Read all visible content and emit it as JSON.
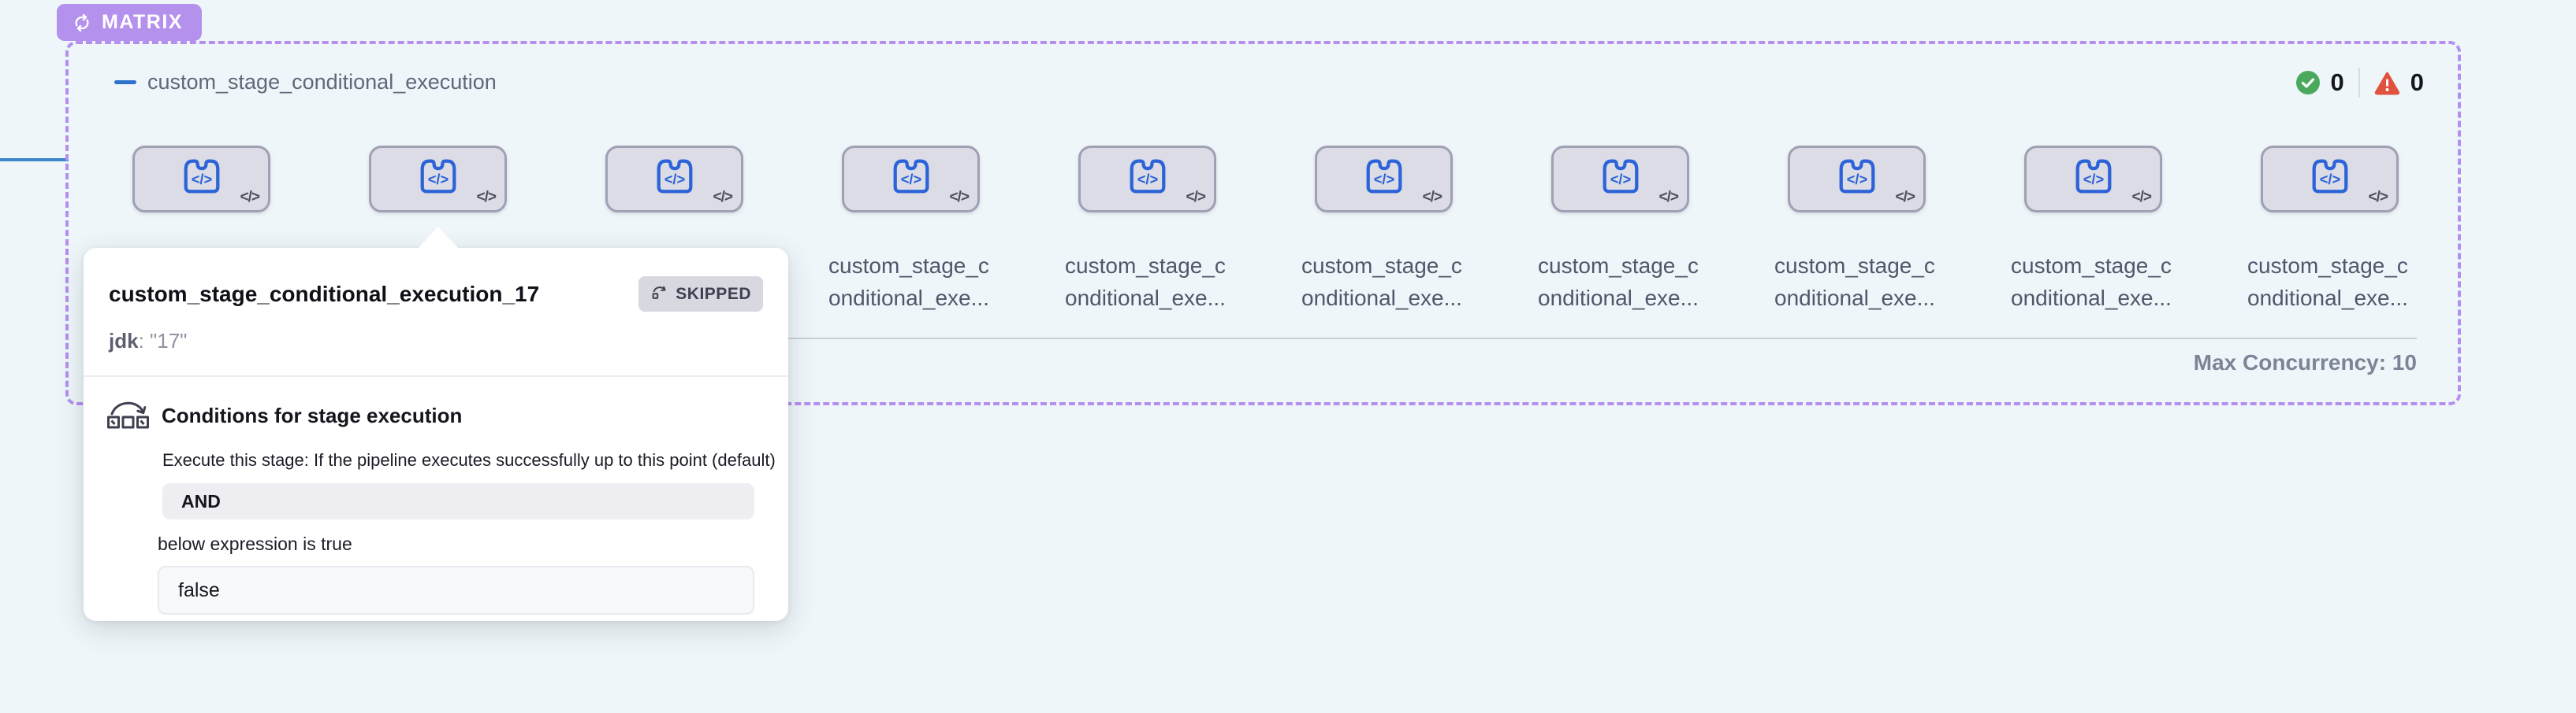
{
  "matrix": {
    "badge_label": "MATRIX",
    "title": "custom_stage_conditional_execution",
    "success_count": "0",
    "error_count": "0",
    "max_concurrency": "Max Concurrency: 10",
    "node_count": 10,
    "node_label": {
      "line1": "custom_stage_c",
      "line2": "onditional_exe..."
    },
    "colors": {
      "accent_purple": "#b48ff0",
      "badge_bg": "#b591ee",
      "node_fill": "#dbdce5",
      "node_border": "#a09fb4",
      "node_icon_blue": "#2c63d8",
      "connector_blue": "#3b86c9",
      "success_green": "#4aa95c",
      "error_red": "#e0523e"
    }
  },
  "tooltip": {
    "title": "custom_stage_conditional_execution_17",
    "status": "SKIPPED",
    "var_label": "jdk",
    "var_value": ": \"17\"",
    "conditions": {
      "heading": "Conditions for stage execution",
      "description": "Execute this stage: If the pipeline executes successfully up to this point (default)",
      "operator": "AND",
      "hint": "below expression is true",
      "expression": "false"
    }
  }
}
